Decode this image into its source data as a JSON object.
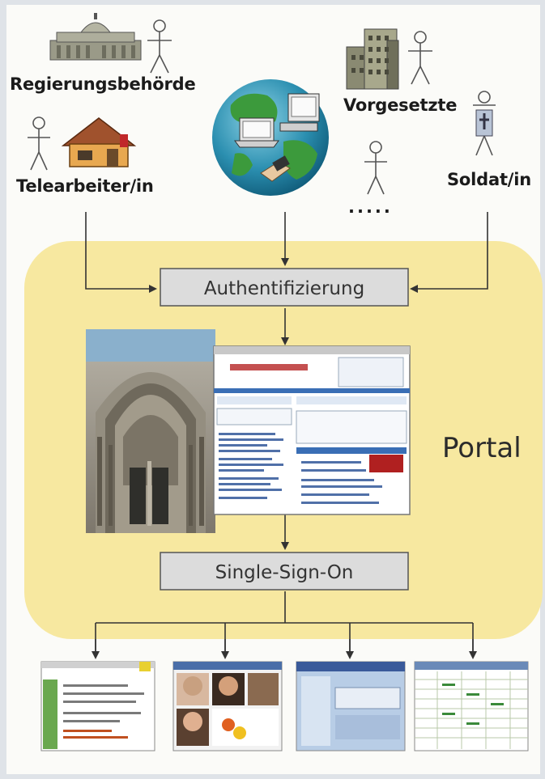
{
  "actors": {
    "government": "Regierungsbehörde",
    "teleworker": "Telearbeiter/in",
    "supervisors": "Vorgesetzte",
    "soldier": "Soldat/in",
    "others": "....."
  },
  "process": {
    "authentication": "Authentifizierung",
    "sso": "Single-Sign-On",
    "portal": "Portal"
  },
  "colors": {
    "portal_fill": "#f7e8a0",
    "box_fill": "#dcdcdc",
    "box_stroke": "#555555",
    "arrow": "#333333"
  }
}
